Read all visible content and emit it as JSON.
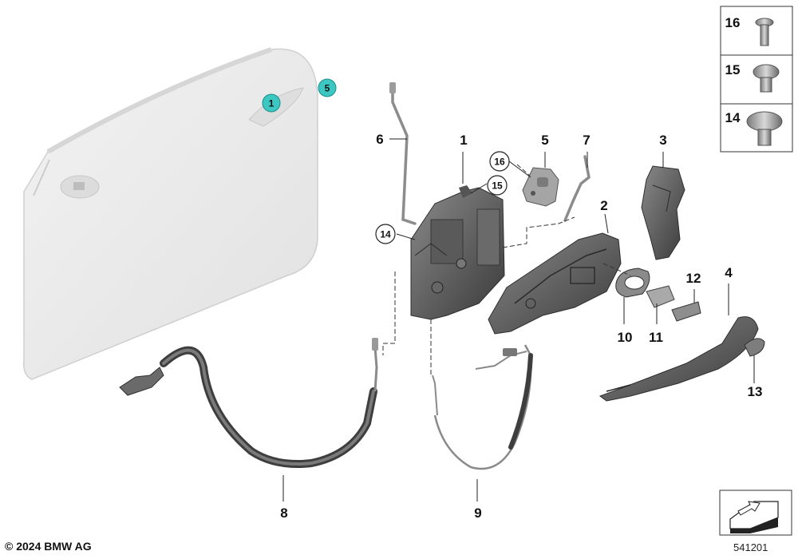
{
  "labels": {
    "l1": "1",
    "l2": "2",
    "l3": "3",
    "l4": "4",
    "l5": "5",
    "l6": "6",
    "l7": "7",
    "l8": "8",
    "l9": "9",
    "l10": "10",
    "l11": "11",
    "l12": "12",
    "l13": "13"
  },
  "door_callouts": {
    "c1": "1",
    "c5": "5"
  },
  "circled": {
    "c16": "16",
    "c15": "15",
    "c14": "14"
  },
  "legend": {
    "r16": "16",
    "r15": "15",
    "r14": "14"
  },
  "footer": {
    "copyright": "© 2024 BMW AG",
    "image_number": "541201"
  },
  "colors": {
    "callout_teal": "#3cc7c2",
    "part_dark": "#4a4a4a",
    "door_fill": "#e8e8e8"
  }
}
